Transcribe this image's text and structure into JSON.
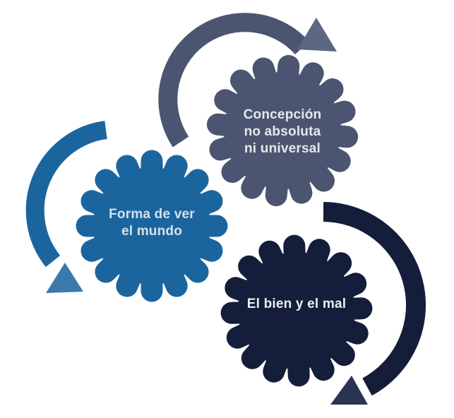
{
  "diagram": {
    "title": "Gears diagram (three meshing cogs with rotation arrows)",
    "background_color": "#ffffff",
    "gears": [
      {
        "name": "concepcion",
        "label": "Concepción\nno absoluta\nni universal",
        "color": "#4b5571",
        "label_color": "#e6e8ec",
        "position": "top-right"
      },
      {
        "name": "forma-de-ver",
        "label": "Forma de ver\nel mundo",
        "color": "#1b659e",
        "label_color": "#d6e1eb",
        "position": "middle-left"
      },
      {
        "name": "el-bien-y-el-mal",
        "label": "El bien y el mal",
        "color": "#141d3a",
        "label_color": "#eceeef",
        "position": "bottom-right"
      }
    ],
    "arrows": [
      {
        "name": "arrow-top",
        "color": "#4b5571",
        "head_color": "#5c6781",
        "direction": "clockwise"
      },
      {
        "name": "arrow-left",
        "color": "#1b659e",
        "head_color": "#3b79ad",
        "direction": "counterclockwise"
      },
      {
        "name": "arrow-bottom-right",
        "color": "#141d3a",
        "head_color": "#2b3450",
        "direction": "clockwise"
      }
    ]
  }
}
